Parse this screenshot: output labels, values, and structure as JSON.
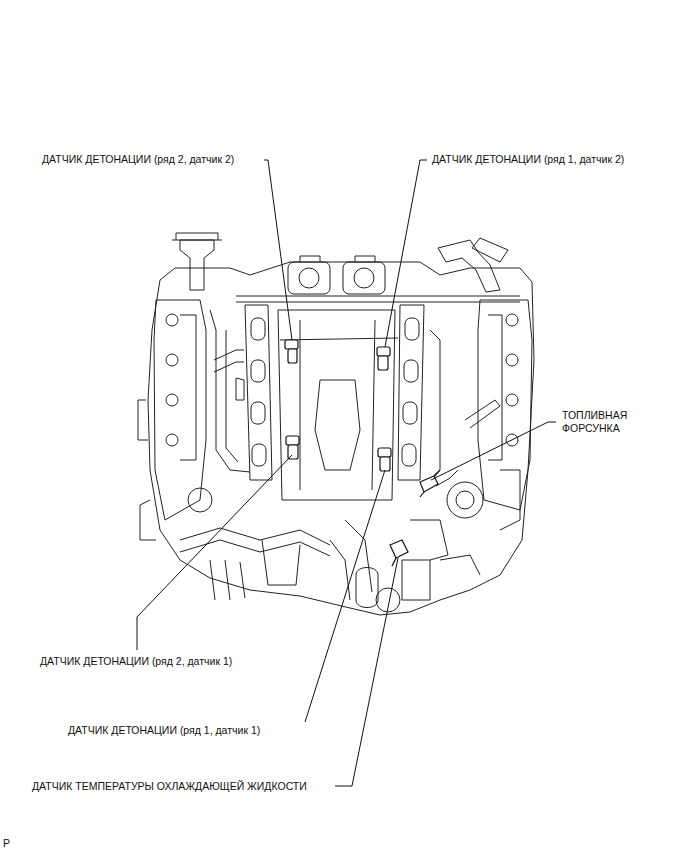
{
  "diagram": {
    "labels": [
      "ДАТЧИК ДЕТОНАЦИИ (ряд 2, датчик 2)",
      "ДАТЧИК ДЕТОНАЦИИ (ряд 1, датчик 2)",
      "ТОПЛИВНАЯ ФОРСУНКА",
      "ДАТЧИК ДЕТОНАЦИИ (ряд 2, датчик 1)",
      "ДАТЧИК ДЕТОНАЦИИ (ряд 1, датчик 1)",
      "ДАТЧИК ТЕМПЕРАТУРЫ ОХЛАЖДАЮЩЕЙ ЖИДКОСТИ",
      "P"
    ]
  }
}
